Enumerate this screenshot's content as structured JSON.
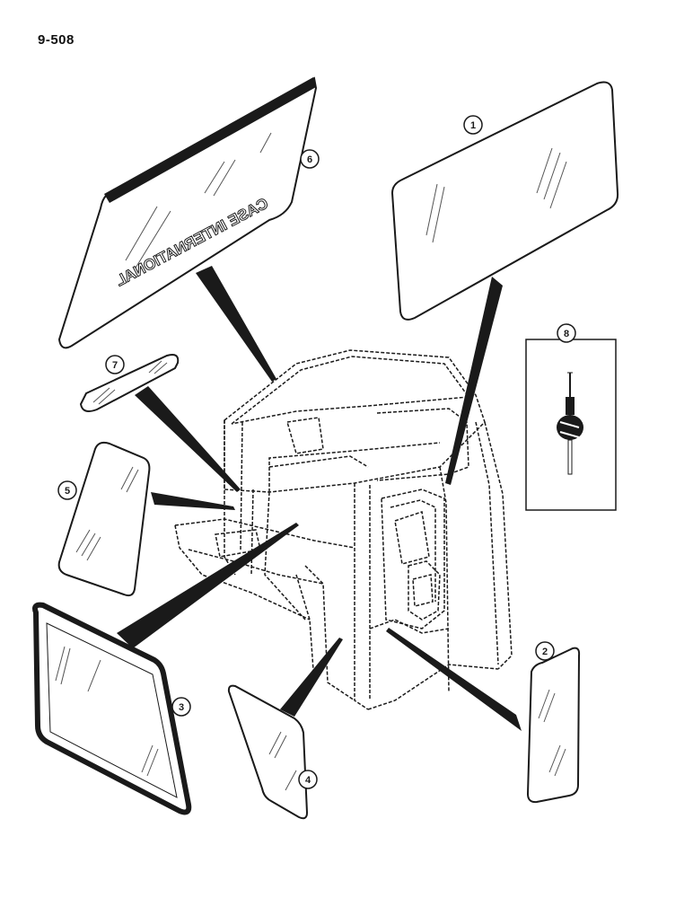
{
  "page": {
    "number": "9-508"
  },
  "diagram": {
    "line_color": "#1a1a1a",
    "glass_hatch_color": "#555555",
    "callouts": [
      {
        "id": "callout-1",
        "label": "1",
        "part": "rear-window"
      },
      {
        "id": "callout-2",
        "label": "2",
        "part": "right-side-window"
      },
      {
        "id": "callout-3",
        "label": "3",
        "part": "left-door-window"
      },
      {
        "id": "callout-4",
        "label": "4",
        "part": "front-corner-window"
      },
      {
        "id": "callout-5",
        "label": "5",
        "part": "left-side-window"
      },
      {
        "id": "callout-6",
        "label": "6",
        "part": "windshield"
      },
      {
        "id": "callout-7",
        "label": "7",
        "part": "small-upper-window"
      },
      {
        "id": "callout-8",
        "label": "8",
        "part": "seal-detail"
      }
    ],
    "windshield_brand_text": "CASE INTERNATIONAL"
  }
}
